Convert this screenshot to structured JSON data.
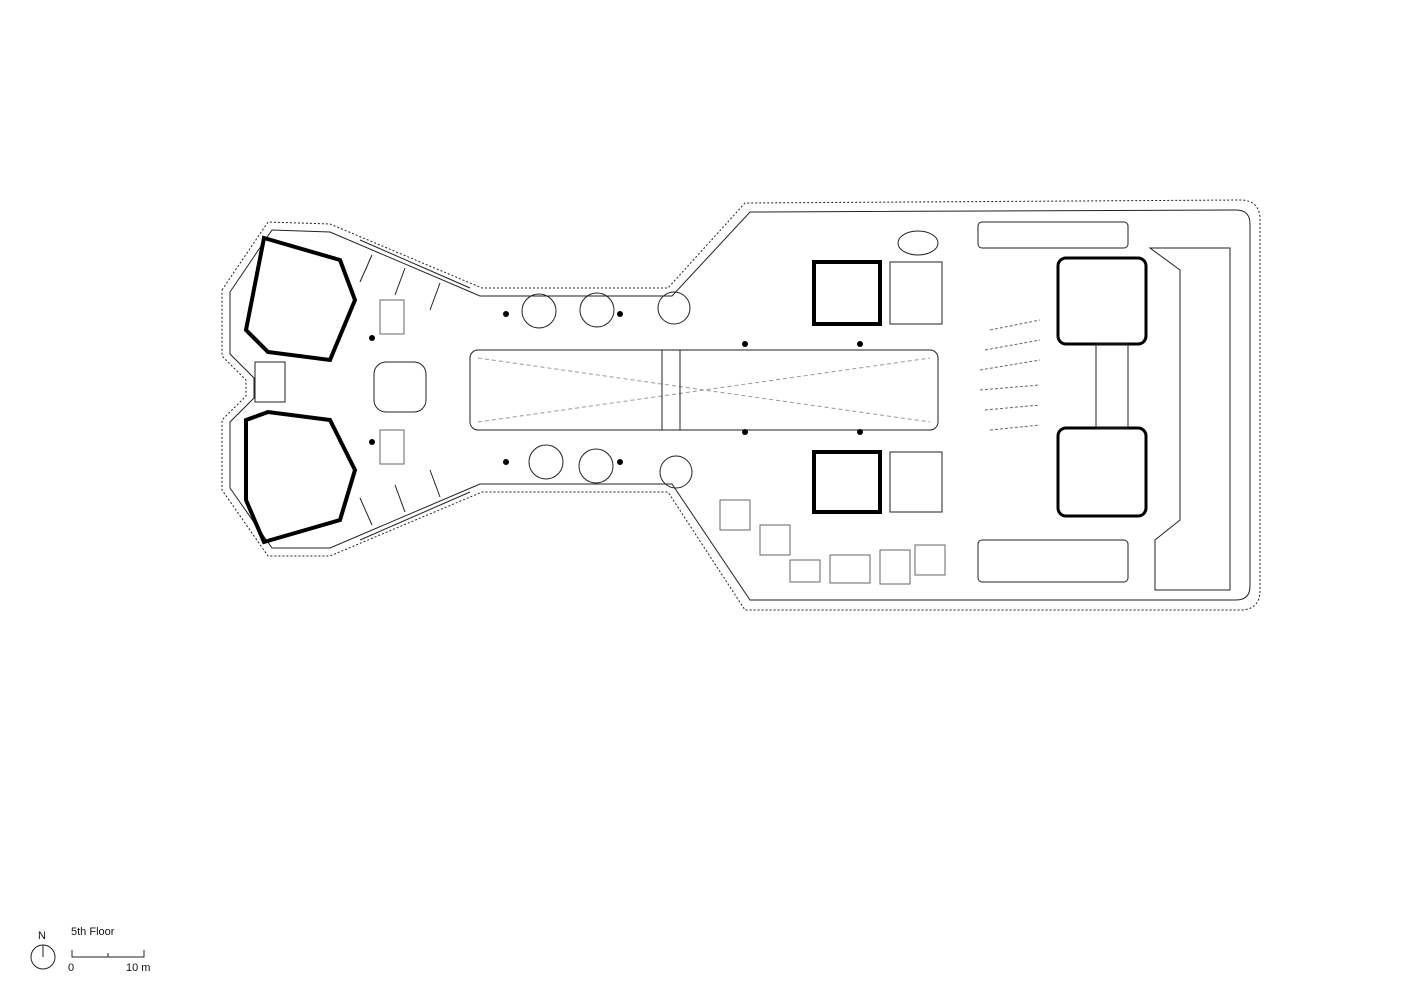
{
  "title": "5th Floor",
  "north_label": "N",
  "scale": {
    "start_label": "0",
    "end_label": "10 m"
  },
  "colors": {
    "line": "#222222",
    "wall": "#000000",
    "background": "#ffffff"
  }
}
